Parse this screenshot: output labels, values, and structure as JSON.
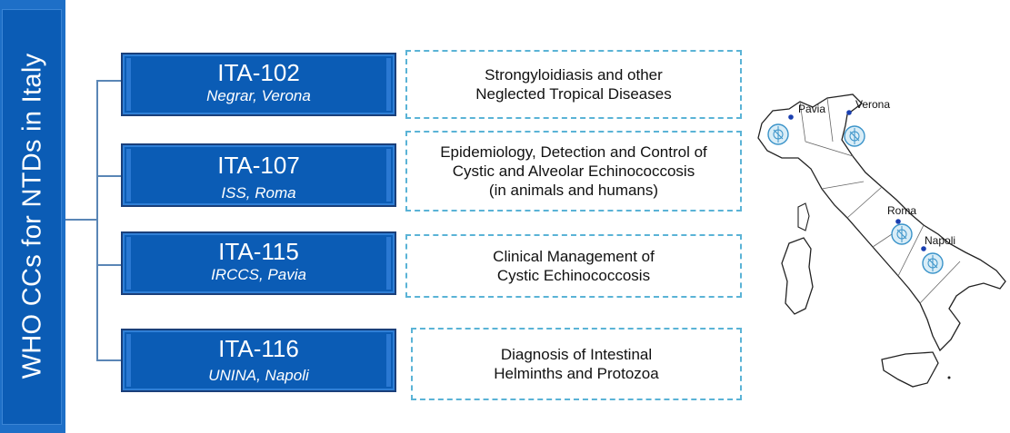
{
  "sidebar_title": "WHO CCs  for NTDs in Italy",
  "centres": [
    {
      "code": "ITA-102",
      "location": "Negrar, Verona",
      "topic": "Strongyloidiasis and other\nNeglected Tropical Diseases"
    },
    {
      "code": "ITA-107",
      "location": "ISS, Roma",
      "topic": "Epidemiology, Detection and Control of\nCystic and Alveolar Echinococcosis\n(in animals and humans)"
    },
    {
      "code": "ITA-115",
      "location": "IRCCS, Pavia",
      "topic": "Clinical Management of\nCystic Echinococcosis"
    },
    {
      "code": "ITA-116",
      "location": "UNINA, Napoli",
      "topic": "Diagnosis of Intestinal\nHelminths and Protozoa"
    }
  ],
  "map_cities": [
    "Pavia",
    "Verona",
    "Roma",
    "Napoli"
  ],
  "colors": {
    "primary_blue": "#0b5cb5",
    "dashed_border": "#5ab3d6",
    "city_dot": "#1a3fb0"
  }
}
